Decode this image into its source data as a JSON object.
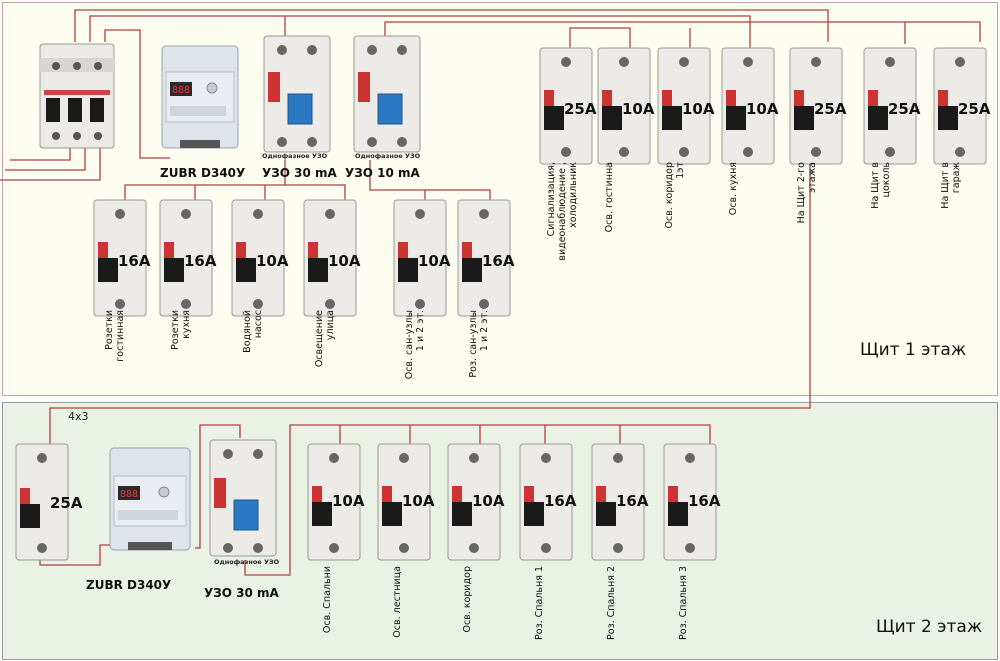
{
  "panel1": {
    "title": "Щит 1 этаж",
    "relay": {
      "caption": "ZUBR D340У",
      "display": "888"
    },
    "uzo_a": {
      "caption": "УЗО 30 mA",
      "tag": "Однофазное УЗО"
    },
    "uzo_b": {
      "caption": "УЗО 10 mA",
      "tag": "Однофазное УЗО"
    },
    "breakers_top": [
      {
        "rating": "25A",
        "label": "Сигнализация,\nвидеонаблюдение ,\nхолодильник"
      },
      {
        "rating": "10A",
        "label": "Осв. гостинна"
      },
      {
        "rating": "10A",
        "label": "Осв. коридор\n1эт"
      },
      {
        "rating": "10A",
        "label": "Осв. кухня"
      },
      {
        "rating": "25A",
        "label": "На Щит 2-го\nэтажа"
      },
      {
        "rating": "25A",
        "label": "На Щит в\nцоколь"
      },
      {
        "rating": "25A",
        "label": "На Щит в\nгараж"
      }
    ],
    "breakers_bottom": [
      {
        "rating": "16A",
        "label": "Розетки\nгостинная"
      },
      {
        "rating": "16A",
        "label": "Розетки\nкухня"
      },
      {
        "rating": "10A",
        "label": "Водяной\nнасос"
      },
      {
        "rating": "10A",
        "label": "Освещение\nулица"
      },
      {
        "rating": "10A",
        "label": "Осв. сан-узлы\n1 и 2 эт."
      },
      {
        "rating": "16A",
        "label": "Роз. сан-узлы\n1 и 2 эт."
      }
    ]
  },
  "panel2": {
    "title": "Щит 2 этаж",
    "cable": "4х3",
    "main_breaker": {
      "rating": "25A"
    },
    "relay": {
      "caption": "ZUBR D340У",
      "display": "888"
    },
    "uzo": {
      "caption": "УЗО 30 mA",
      "tag": "Однофазное УЗО"
    },
    "breakers": [
      {
        "rating": "10A",
        "label": "Осв. Спальни"
      },
      {
        "rating": "10A",
        "label": "Осв. лестница"
      },
      {
        "rating": "10A",
        "label": "Осв. коридор"
      },
      {
        "rating": "16A",
        "label": "Роз. Спальня 1"
      },
      {
        "rating": "16A",
        "label": "Роз. Спальня 2"
      },
      {
        "rating": "16A",
        "label": "Роз. Спальня 3"
      }
    ]
  },
  "colors": {
    "wire": "#b04040",
    "panel1_bg": "#fdfdf0",
    "panel2_bg": "#eaf2e6"
  }
}
